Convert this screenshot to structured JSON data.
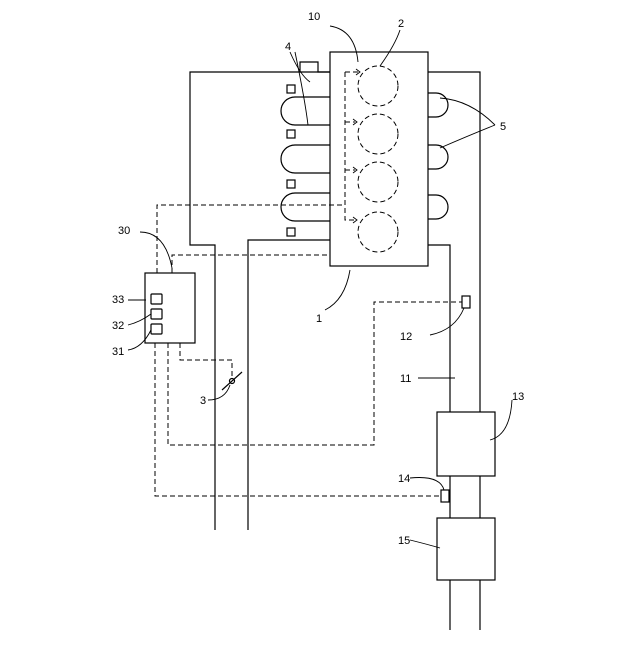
{
  "colors": {
    "stroke": "#000000",
    "background": "#ffffff"
  },
  "labels": {
    "engine": "1",
    "cylinders": "2",
    "throttle": "3",
    "intake_ports": "4",
    "exhaust_ports": "5",
    "fuel_injector": "10",
    "exhaust_pipe": "11",
    "sensor_upstream": "12",
    "catalyst_upstream": "13",
    "sensor_downstream": "14",
    "catalyst_downstream": "15",
    "ecu": "30",
    "ecu_block_31": "31",
    "ecu_block_32": "32",
    "ecu_block_33": "33"
  }
}
